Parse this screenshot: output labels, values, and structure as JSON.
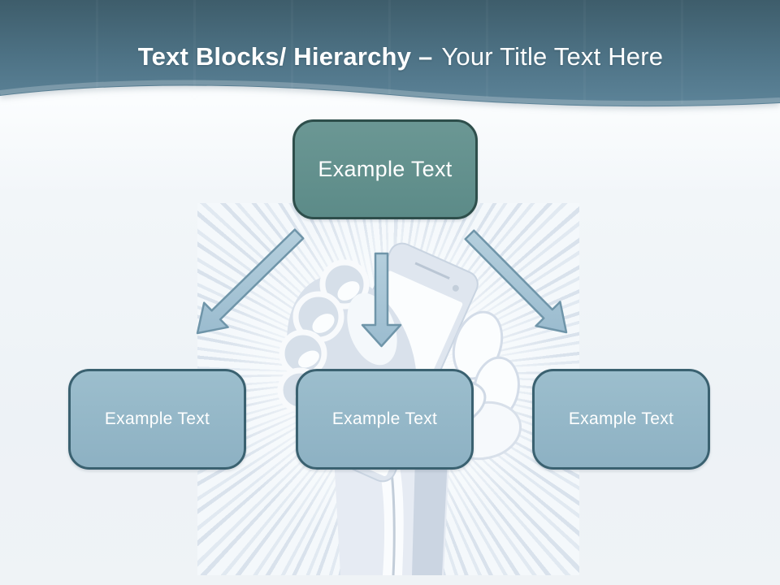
{
  "slide": {
    "header": {
      "title_strong": "Text Blocks/ Hierarchy –",
      "title_light": "Your Title Text Here"
    },
    "diagram": {
      "root": {
        "label": "Example Text"
      },
      "children": [
        {
          "label": "Example Text"
        },
        {
          "label": "Example Text"
        },
        {
          "label": "Example Text"
        }
      ]
    },
    "watermark": "fist-holding-smartphone-sunburst",
    "colors": {
      "header_top": "#3e5d6b",
      "header_bottom": "#5d8499",
      "title_text": "#ffffff",
      "root_box_fill": "#63918e",
      "root_box_border": "#2e4e4b",
      "child_box_fill": "#96b9ca",
      "child_box_border": "#3a6170",
      "arrow_fill": "#a9c6d8",
      "arrow_stroke": "#6f95a9",
      "ray_color": "#d9e2ec",
      "canvas_bg": "#eff3f6"
    }
  }
}
